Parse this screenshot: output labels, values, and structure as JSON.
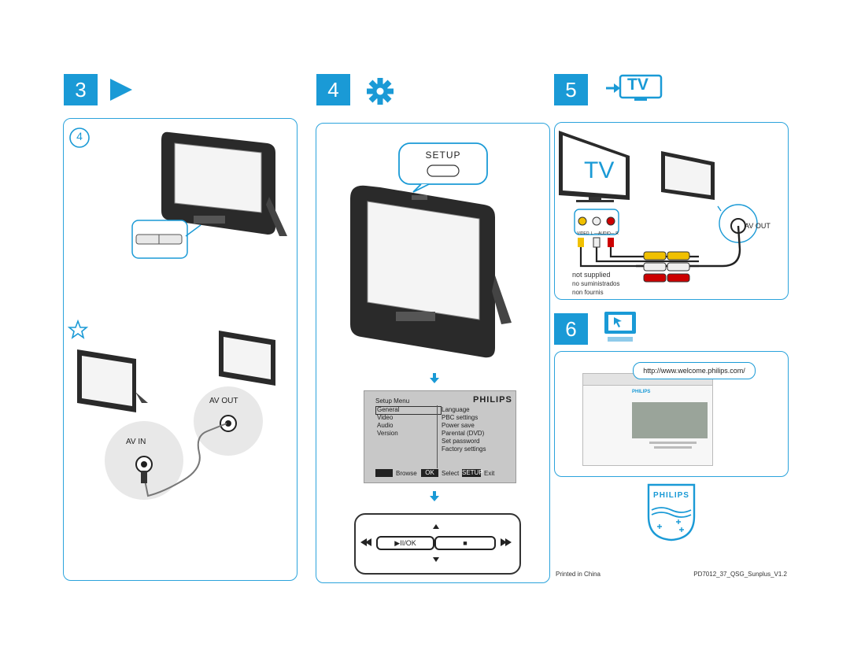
{
  "steps": {
    "s3": "3",
    "s4": "4",
    "s5": "5",
    "s6": "6"
  },
  "panel3": {
    "sub_number": "4",
    "av_out": "AV OUT",
    "av_in": "AV IN"
  },
  "panel4": {
    "setup_label": "SETUP",
    "menu": {
      "title": "Setup Menu",
      "brand": "PHILIPS",
      "left_items": [
        "General",
        "Video",
        "Audio",
        "Version"
      ],
      "right_items": [
        "Language",
        "PBC settings",
        "Power save",
        "Parental (DVD)",
        "Set password",
        "Factory settings"
      ],
      "footer_browse": "Browse",
      "footer_ok": "OK",
      "footer_select": "Select",
      "footer_setup": "SETUP",
      "footer_exit": "Exit"
    },
    "remote_ok": "▶II/OK",
    "remote_stop": "■"
  },
  "panel5": {
    "tv_icon_text": "TV",
    "tv_screen_text": "TV",
    "av_out": "AV OUT",
    "jack_labels": [
      "VIDEO",
      "L —AUDIO— R"
    ],
    "not_supplied": [
      "not supplied",
      "no suministrados",
      "non fournis"
    ]
  },
  "panel6": {
    "url": "http://www.welcome.philips.com/",
    "page_brand": "PHILIPS"
  },
  "logo": {
    "text": "PHILIPS"
  },
  "footer": {
    "printed": "Printed in China",
    "code": "PD7012_37_QSG_Sunplus_V1.2"
  },
  "colors": {
    "accent": "#1a9ad6",
    "panel_border": "#2ba3dc"
  }
}
